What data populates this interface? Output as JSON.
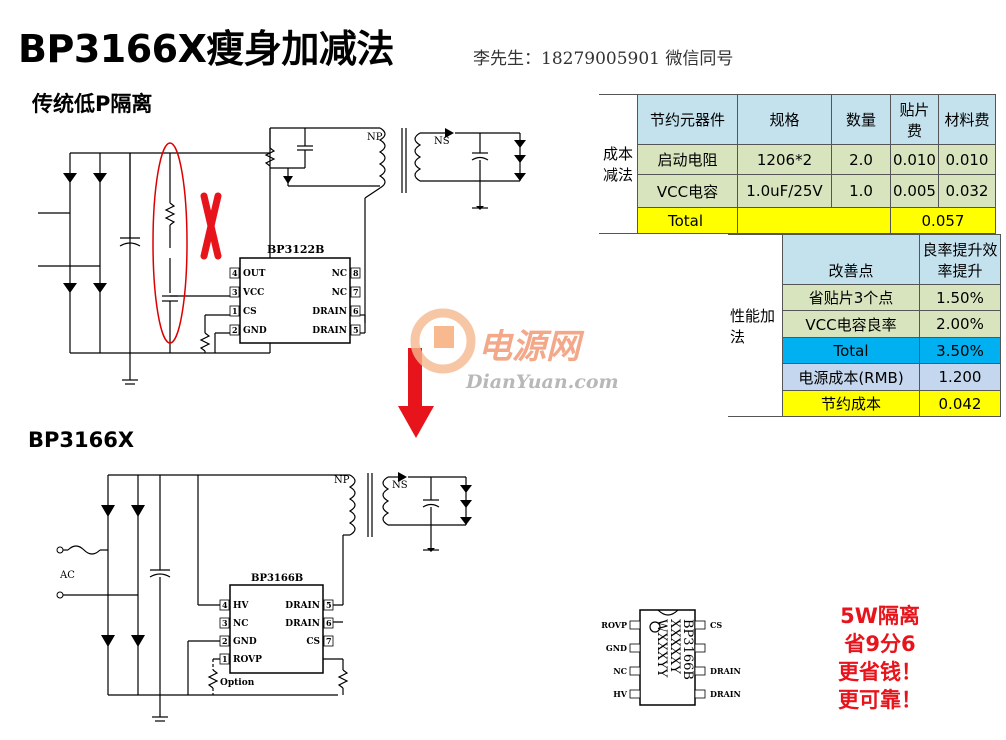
{
  "title": "BP3166X瘦身加减法",
  "contact": "李先生：18279005901 微信同号",
  "section1": "传统低P隔离",
  "section2": "BP3166X",
  "watermark": {
    "cn": "电源网",
    "en": "DianYuan.com"
  },
  "cost_table": {
    "side_label": "成本减法",
    "headers": [
      "节约元器件",
      "规格",
      "数量",
      "贴片费",
      "材料费"
    ],
    "rows": [
      [
        "启动电阻",
        "1206*2",
        "2.0",
        "0.010",
        "0.010"
      ],
      [
        "VCC电容",
        "1.0uF/25V",
        "1.0",
        "0.005",
        "0.032"
      ]
    ],
    "total_label": "Total",
    "total_value": "0.057"
  },
  "perf_table": {
    "side_label": "性能加法",
    "header_label": "改善点",
    "header_value": "良率提升效率提升",
    "rows": [
      {
        "label": "省贴片3个点",
        "value": "1.50%"
      },
      {
        "label": "VCC电容良率",
        "value": "2.00%"
      }
    ],
    "total_label": "Total",
    "total_value": "3.50%",
    "cost_label": "电源成本(RMB)",
    "cost_value": "1.200",
    "saving_label": "节约成本",
    "saving_value": "0.042"
  },
  "callout": [
    "5W隔离",
    "省9分6",
    "更省钱！",
    "更可靠！"
  ],
  "ic1": {
    "name": "BP3122B",
    "left_pins": [
      {
        "n": "4",
        "label": "OUT"
      },
      {
        "n": "3",
        "label": "VCC"
      },
      {
        "n": "1",
        "label": "CS"
      },
      {
        "n": "2",
        "label": "GND"
      }
    ],
    "right_pins": [
      {
        "n": "8",
        "label": "NC"
      },
      {
        "n": "7",
        "label": "NC"
      },
      {
        "n": "6",
        "label": "DRAIN"
      },
      {
        "n": "5",
        "label": "DRAIN"
      }
    ]
  },
  "ic2": {
    "name": "BP3166B",
    "left_pins": [
      {
        "n": "4",
        "label": "HV"
      },
      {
        "n": "3",
        "label": "NC"
      },
      {
        "n": "2",
        "label": "GND"
      },
      {
        "n": "1",
        "label": "ROVP"
      }
    ],
    "right_pins": [
      {
        "n": "5",
        "label": "DRAIN"
      },
      {
        "n": "6",
        "label": "DRAIN"
      },
      {
        "n": "7",
        "label": "CS"
      }
    ],
    "option": "Option",
    "ac": "AC"
  },
  "package": {
    "marking": [
      "BP3166B",
      "XXXXXY",
      "WXXXYY"
    ],
    "left_pins": [
      "ROVP",
      "GND",
      "NC",
      "HV"
    ],
    "right_pins": [
      "CS",
      "",
      "DRAIN",
      "DRAIN"
    ]
  },
  "transformer": {
    "primary": "NP",
    "secondary": "NS"
  }
}
